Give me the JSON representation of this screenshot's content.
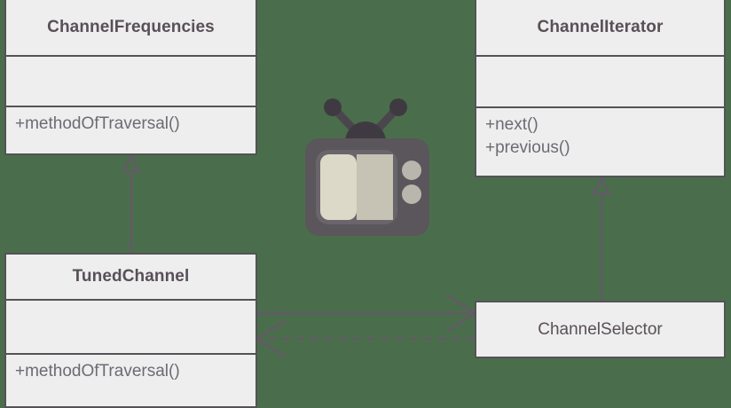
{
  "diagram": {
    "kind": "uml-class-diagram",
    "background_color": "#4a6e4c",
    "box_fill_color": "#eeeeee",
    "box_border_color": "#555257",
    "line_color": "#605c63",
    "text_color": "#595057"
  },
  "classes": {
    "channel_frequencies": {
      "name": "ChannelFrequencies",
      "attributes": [],
      "operations": [
        "+methodOfTraversal()"
      ]
    },
    "channel_iterator": {
      "name": "ChannelIterator",
      "attributes": [],
      "operations": [
        "+next()",
        "+previous()"
      ]
    },
    "tuned_channel": {
      "name": "TunedChannel",
      "attributes": [],
      "operations": [
        "+methodOfTraversal()"
      ]
    },
    "channel_selector": {
      "name": "ChannelSelector"
    }
  },
  "relationships": [
    {
      "id": "gen-tunedchannel-channelfrequencies",
      "type": "generalization",
      "from": "TunedChannel",
      "to": "ChannelFrequencies",
      "line": "solid",
      "arrowhead": "hollow-triangle"
    },
    {
      "id": "gen-channelselector-channeliterator",
      "type": "generalization",
      "from": "ChannelSelector",
      "to": "ChannelIterator",
      "line": "solid",
      "arrowhead": "hollow-triangle"
    },
    {
      "id": "assoc-tunedchannel-channelselector",
      "type": "association",
      "from": "TunedChannel",
      "to": "ChannelSelector",
      "line": "solid",
      "arrowhead": "open"
    },
    {
      "id": "dep-channelselector-tunedchannel",
      "type": "dependency",
      "from": "ChannelSelector",
      "to": "TunedChannel",
      "line": "dashed",
      "arrowhead": "open"
    }
  ],
  "illustration": {
    "name": "retro-television",
    "body_color": "#5b555c",
    "bezel_color": "#6a646b",
    "screen_light_color": "#dcd9c8",
    "screen_dark_color": "#c6c3b5",
    "knob_color": "#b9b6ad",
    "antenna_color": "#3f3a42"
  }
}
